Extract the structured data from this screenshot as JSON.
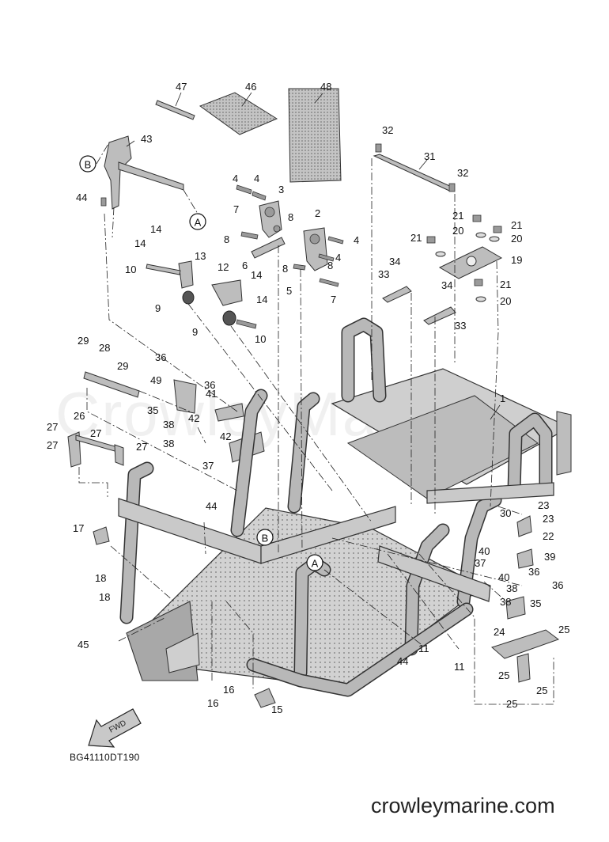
{
  "diagram_code": "BG41110DT190",
  "brand": "crowleymarine.com",
  "watermark": "CrowleyMarine",
  "fwd_label": "FWD",
  "ref_marks": [
    "A",
    "B"
  ],
  "callouts": [
    "1",
    "2",
    "3",
    "4",
    "4",
    "4",
    "4",
    "5",
    "6",
    "7",
    "7",
    "8",
    "8",
    "8",
    "8",
    "9",
    "9",
    "10",
    "10",
    "11",
    "11",
    "12",
    "13",
    "14",
    "14",
    "14",
    "14",
    "15",
    "16",
    "16",
    "17",
    "18",
    "18",
    "19",
    "20",
    "20",
    "20",
    "21",
    "21",
    "21",
    "21",
    "22",
    "23",
    "23",
    "24",
    "25",
    "25",
    "25",
    "25",
    "26",
    "27",
    "27",
    "27",
    "27",
    "28",
    "29",
    "29",
    "30",
    "31",
    "32",
    "32",
    "33",
    "33",
    "34",
    "34",
    "35",
    "35",
    "36",
    "36",
    "36",
    "36",
    "37",
    "37",
    "38",
    "38",
    "38",
    "38",
    "39",
    "40",
    "40",
    "41",
    "42",
    "42",
    "43",
    "44",
    "44",
    "44",
    "45",
    "46",
    "47",
    "48",
    "49"
  ],
  "colors": {
    "line": "#222222",
    "part_fill": "#bdbdbd",
    "tube_fill": "#c9c9c9",
    "background": "#ffffff"
  }
}
